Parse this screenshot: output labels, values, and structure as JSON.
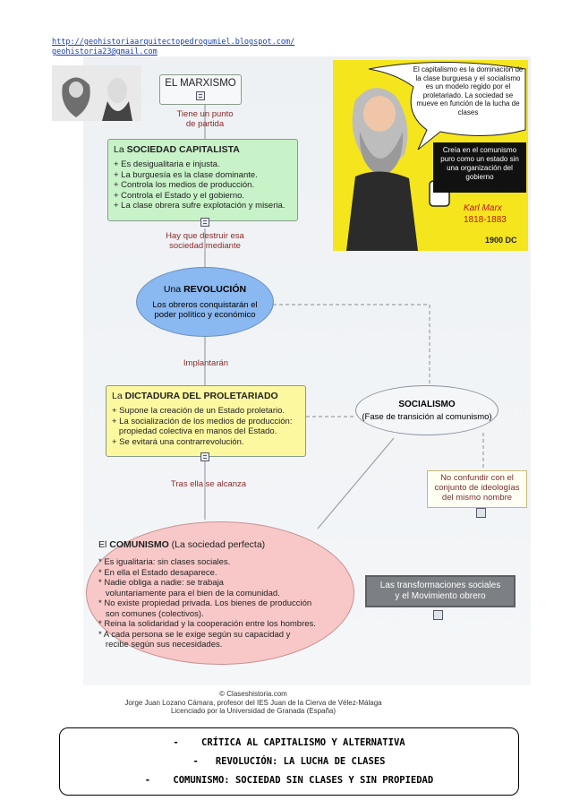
{
  "header": {
    "blog_url": "http://geohistoriaarquitectopedrogumiel.blogspot.com/",
    "email": "geohistoria23@gmail.com"
  },
  "map": {
    "title": "EL MARXISMO",
    "link1": [
      "Tiene un punto",
      "de partida"
    ],
    "capitalist": {
      "title_pre": "La ",
      "title_bold": "SOCIEDAD CAPITALISTA",
      "items": [
        "+ Es desigualitaria e injusta.",
        "+ La burguesía es la clase dominante.",
        "+ Controla los medios de producción.",
        "+ Controla el Estado y el gobierno.",
        "+ La clase obrera sufre explotación y miseria."
      ]
    },
    "link2": [
      "Hay que destruir esa",
      "sociedad mediante"
    ],
    "revolution": {
      "title_pre": "Una ",
      "title_bold": "REVOLUCIÓN",
      "text": [
        "Los obreros conquistarán el",
        "poder político y económico"
      ]
    },
    "link3": "Implantarán",
    "dictatorship": {
      "title_pre": "La ",
      "title_bold": "DICTADURA DEL PROLETARIADO",
      "items": [
        "+ Supone la creación de un Estado proletario.",
        "+ La socialización de los medios de producción:",
        "   propiedad colectiva en manos del Estado.",
        "+ Se evitará una contrarrevolución."
      ]
    },
    "socialism": {
      "title": "SOCIALISMO",
      "text": "(Fase de transición al comunismo)"
    },
    "note": [
      "No confundir con el",
      "conjunto de ideologías",
      "del mismo nombre"
    ],
    "link4": "Tras ella se alcanza",
    "communism": {
      "title_pre": "El ",
      "title_bold": "COMUNISMO",
      "title_post": " (La sociedad perfecta)",
      "items": [
        "* Es igualitaria: sin clases sociales.",
        "* En ella el Estado desaparece.",
        "* Nadie obliga a nadie: se trabaja",
        "   voluntariamente para el bien de la comunidad.",
        "* No existe propiedad privada. Los bienes de producción",
        "   son comunes (colectivos).",
        "* Reina la solidaridad y la cooperación entre los hombres.",
        "* A cada persona se le exige según su capacidad y",
        "   recibe según sus necesidades."
      ]
    },
    "transformaciones": [
      "Las transformaciones sociales",
      "y el Movimiento obrero"
    ],
    "credits": [
      "© Claseshistoria.com",
      "Jorge Juan Lozano Cámara, profesor del IES Juan de la Cierva de Vélez-Málaga",
      "Licenciado por la Universidad de Granada (España)"
    ]
  },
  "marx_panel": {
    "bubble": "El capitalismo es la dominación de la clase burguesa y el socialismo es un modelo regido por el proletariado. La sociedad se mueve en función de la lucha de clases",
    "black_box": "Creía en el comunismo puro como un estado sin una organización del gobierno",
    "name": "Karl Marx",
    "years": "1818-1883",
    "era": "1900 DC",
    "colors": {
      "background": "#f5e51c",
      "text": "#c0141c"
    }
  },
  "summary": {
    "lines": [
      "CRÍTICA AL CAPITALISMO Y ALTERNATIVA",
      "REVOLUCIÓN: LA LUCHA DE CLASES",
      "COMUNISMO: SOCIEDAD SIN CLASES Y SIN PROPIEDAD"
    ],
    "bullet": "-"
  }
}
